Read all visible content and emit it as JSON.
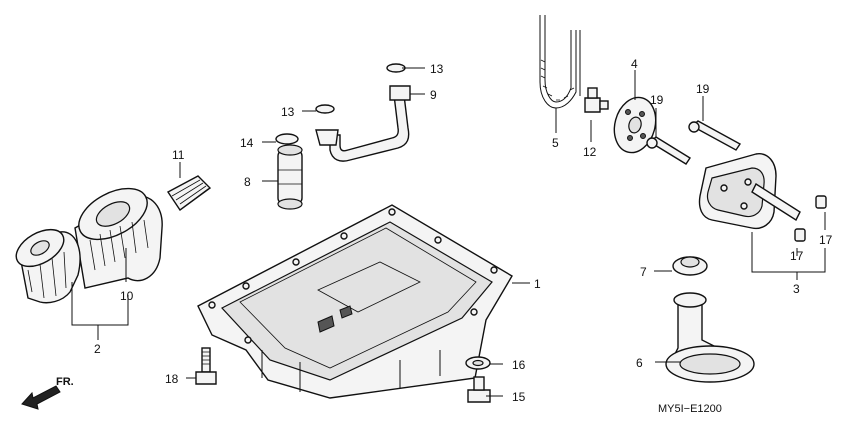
{
  "callouts": {
    "c1": "1",
    "c2": "2",
    "c3": "3",
    "c4": "4",
    "c5": "5",
    "c6": "6",
    "c7": "7",
    "c8": "8",
    "c9": "9",
    "c10": "10",
    "c11": "11",
    "c12": "12",
    "c13a": "13",
    "c13b": "13",
    "c14": "14",
    "c15": "15",
    "c16": "16",
    "c17a": "17",
    "c17b": "17",
    "c18": "18",
    "c19a": "19",
    "c19b": "19"
  },
  "direction_label": "FR.",
  "figure_code": "MY5I−E1200"
}
